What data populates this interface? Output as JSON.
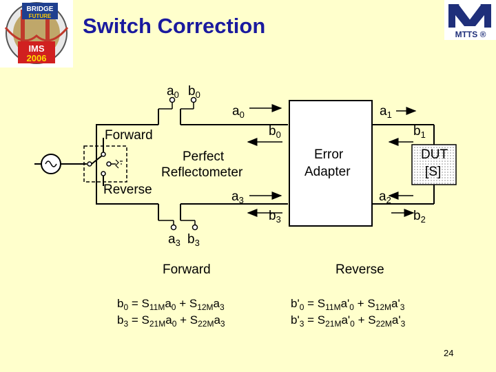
{
  "title": "Switch Correction",
  "logos": {
    "left": "BRIDGE TO THE FUTURE IMS 2006",
    "right": "MTTS ®"
  },
  "diagram": {
    "forward_label": "Forward",
    "reverse_label": "Reverse",
    "reflectometer": [
      "Perfect",
      "Reflectometer"
    ],
    "error_adapter": [
      "Error",
      "Adapter"
    ],
    "dut": [
      "DUT",
      "[S]"
    ],
    "waves": {
      "a0": {
        "base": "a",
        "sub": "0"
      },
      "b0": {
        "base": "b",
        "sub": "0"
      },
      "a1": {
        "base": "a",
        "sub": "1"
      },
      "b1": {
        "base": "b",
        "sub": "1"
      },
      "a2": {
        "base": "a",
        "sub": "2"
      },
      "b2": {
        "base": "b",
        "sub": "2"
      },
      "a3": {
        "base": "a",
        "sub": "3"
      },
      "b3": {
        "base": "b",
        "sub": "3"
      }
    }
  },
  "equations": {
    "forward_heading": "Forward",
    "reverse_heading": "Reverse",
    "forward": [
      [
        [
          "b",
          ""
        ],
        [
          "0",
          "sub"
        ],
        [
          " = S",
          ""
        ],
        [
          "11M",
          "sub"
        ],
        [
          "a",
          ""
        ],
        [
          "0",
          "sub"
        ],
        [
          " + S",
          ""
        ],
        [
          "12M",
          "sub"
        ],
        [
          "a",
          ""
        ],
        [
          "3",
          "sub"
        ]
      ],
      [
        [
          "b",
          ""
        ],
        [
          "3",
          "sub"
        ],
        [
          " = S",
          ""
        ],
        [
          "21M",
          "sub"
        ],
        [
          "a",
          ""
        ],
        [
          "0",
          "sub"
        ],
        [
          " + S",
          ""
        ],
        [
          "22M",
          "sub"
        ],
        [
          "a",
          ""
        ],
        [
          "3",
          "sub"
        ]
      ]
    ],
    "reverse": [
      [
        [
          "b'",
          ""
        ],
        [
          "0",
          "sub"
        ],
        [
          " = S",
          ""
        ],
        [
          "11M",
          "sub"
        ],
        [
          "a'",
          ""
        ],
        [
          "0",
          "sub"
        ],
        [
          " + S",
          ""
        ],
        [
          "12M",
          "sub"
        ],
        [
          "a'",
          ""
        ],
        [
          "3",
          "sub"
        ]
      ],
      [
        [
          "b'",
          ""
        ],
        [
          "3",
          "sub"
        ],
        [
          " = S",
          ""
        ],
        [
          "21M",
          "sub"
        ],
        [
          "a'",
          ""
        ],
        [
          "0",
          "sub"
        ],
        [
          " + S",
          ""
        ],
        [
          "22M",
          "sub"
        ],
        [
          "a'",
          ""
        ],
        [
          "3",
          "sub"
        ]
      ]
    ]
  },
  "page_number": "24"
}
